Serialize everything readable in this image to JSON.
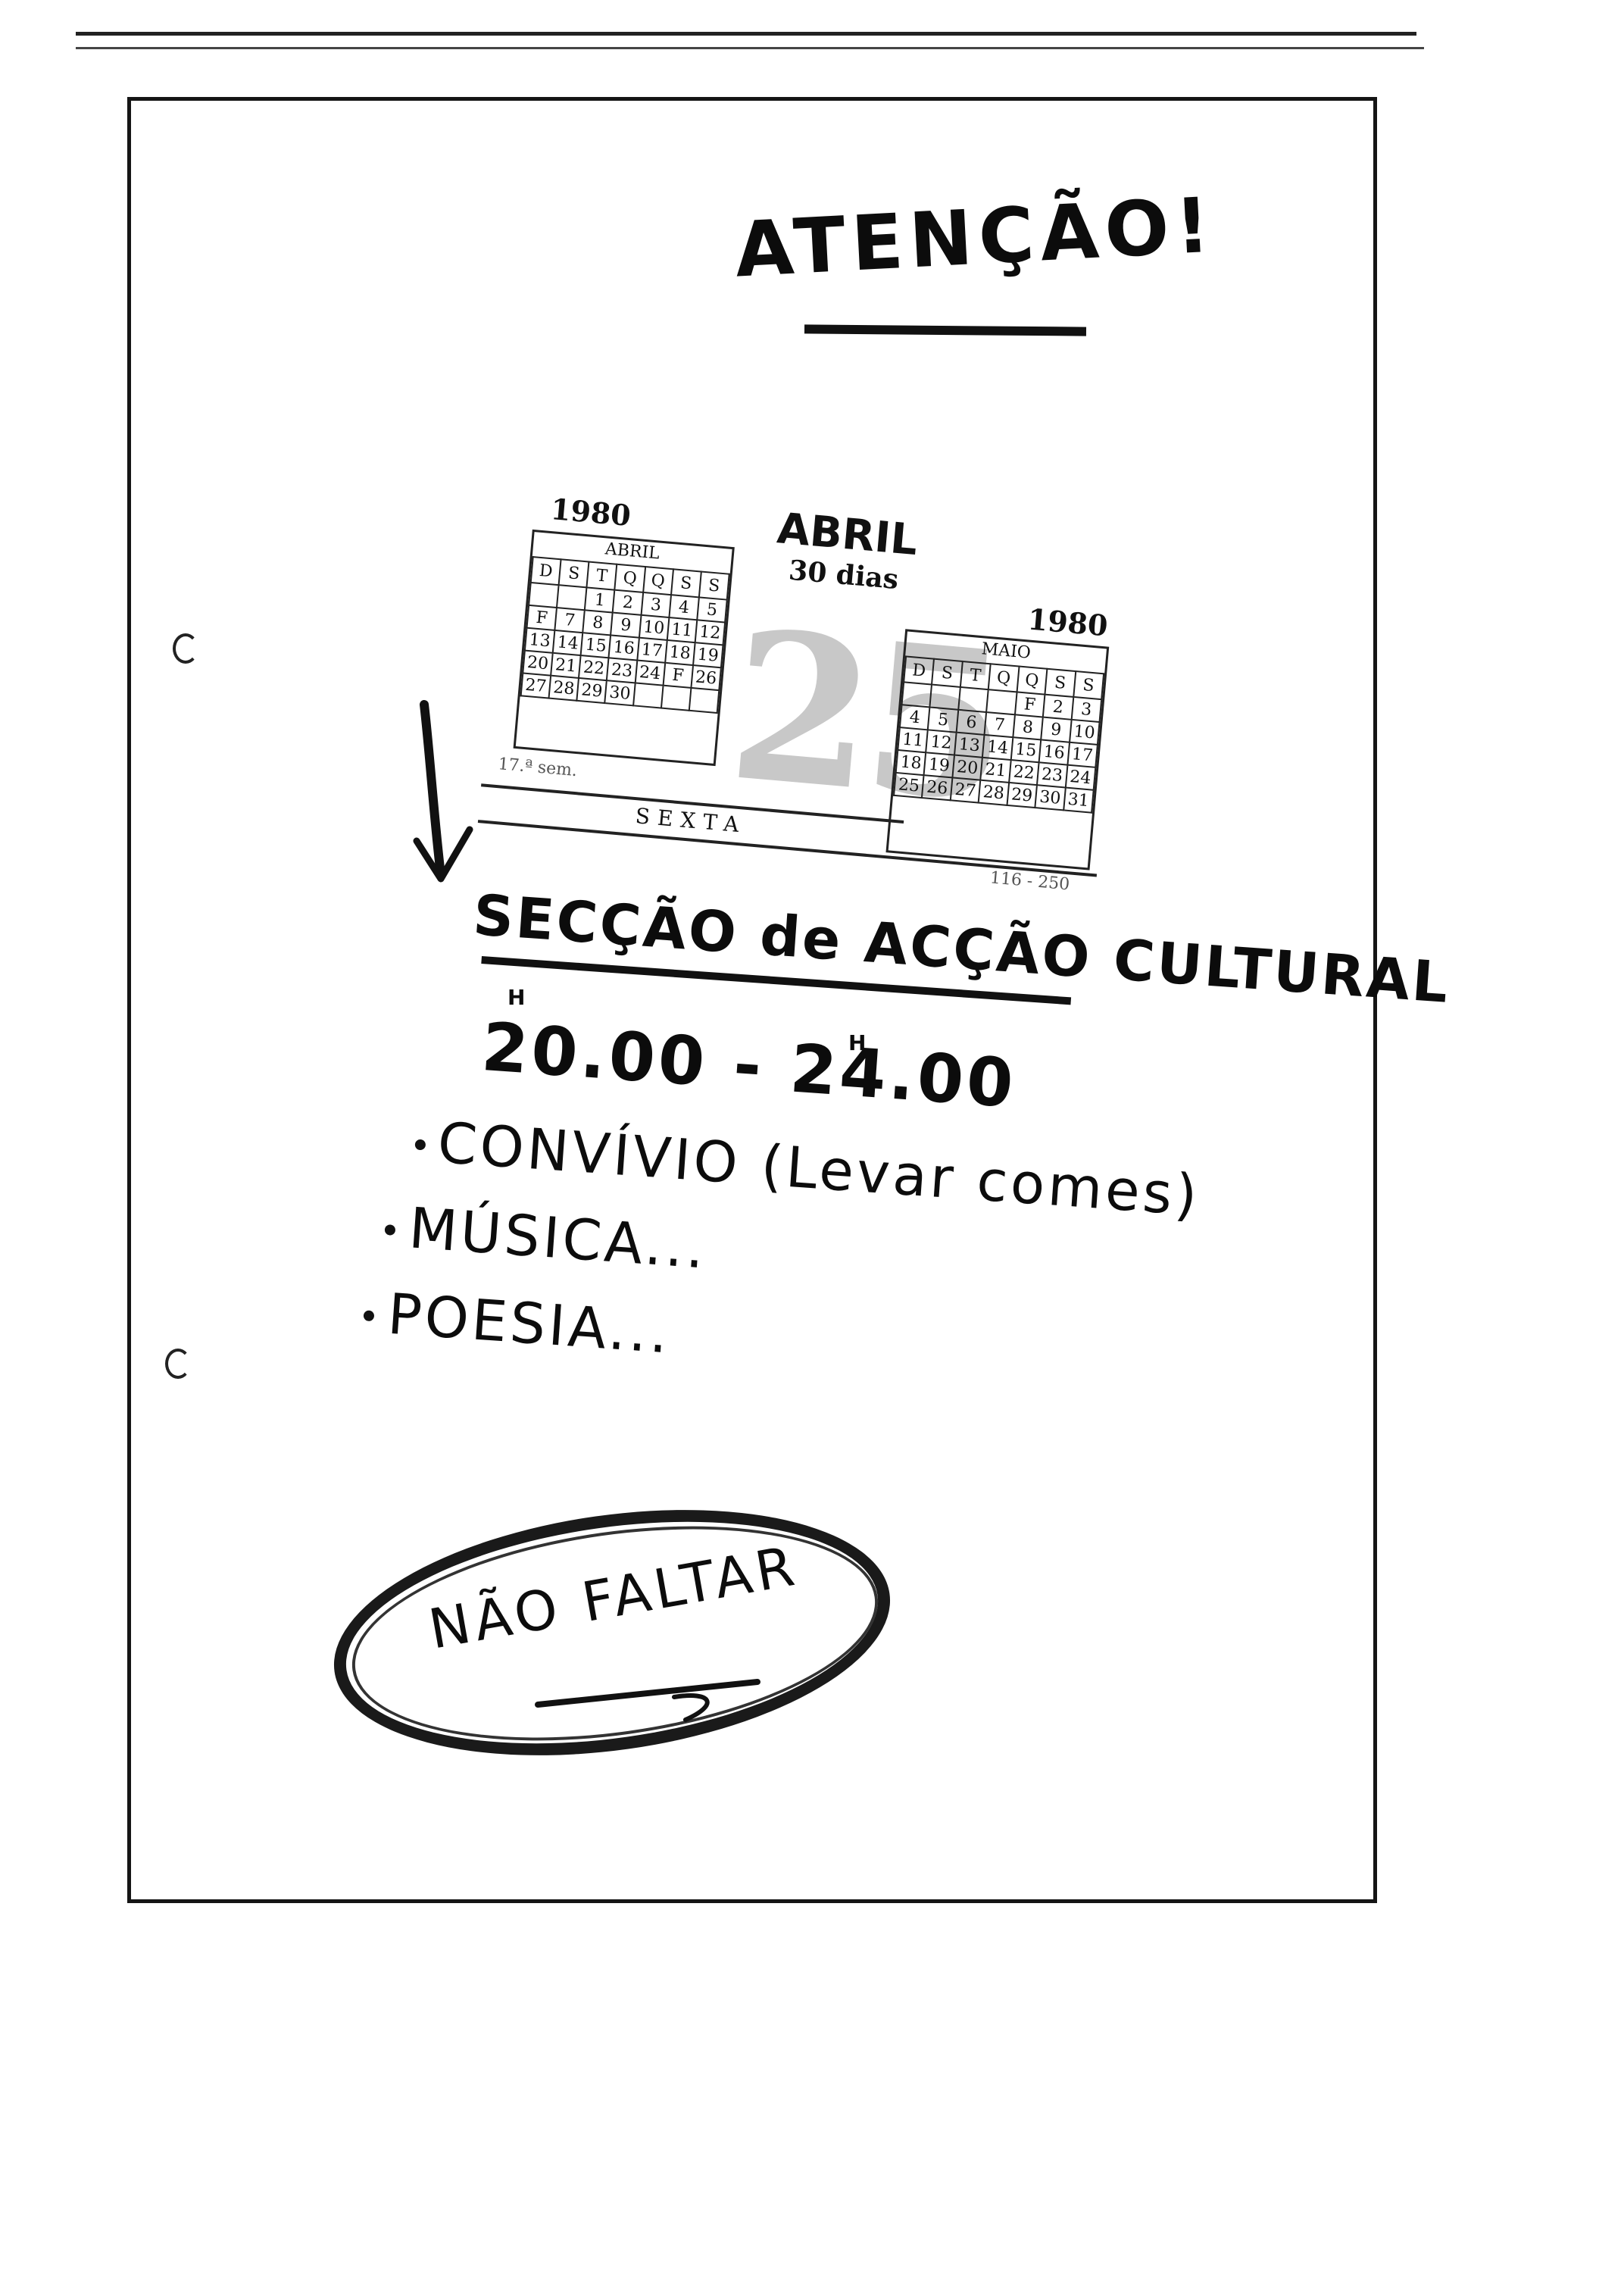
{
  "heading": {
    "text": "ATENÇÃO!"
  },
  "calendar": {
    "year": "1980",
    "month": "ABRIL",
    "days_in_month": "30 dias",
    "big_day": "25",
    "weekday": "SEXTA",
    "week_label": "17.ª sem.",
    "day_of_year": "116 - 250",
    "left_mini": {
      "year": "1980",
      "month": "ABRIL",
      "weekday_headers": [
        "D",
        "S",
        "T",
        "Q",
        "Q",
        "S",
        "S"
      ],
      "rows": [
        [
          "",
          "",
          "1",
          "2",
          "3",
          "4",
          "5"
        ],
        [
          "F",
          "7",
          "8",
          "9",
          "10",
          "11",
          "12"
        ],
        [
          "13",
          "14",
          "15",
          "16",
          "17",
          "18",
          "19"
        ],
        [
          "20",
          "21",
          "22",
          "23",
          "24",
          "F",
          "26"
        ],
        [
          "27",
          "28",
          "29",
          "30",
          "",
          "",
          ""
        ]
      ]
    },
    "right_mini": {
      "year": "1980",
      "month": "MAIO",
      "weekday_headers": [
        "D",
        "S",
        "T",
        "Q",
        "Q",
        "S",
        "S"
      ],
      "rows": [
        [
          "",
          "",
          "",
          "",
          "F",
          "2",
          "3"
        ],
        [
          "4",
          "5",
          "6",
          "7",
          "8",
          "9",
          "10"
        ],
        [
          "11",
          "12",
          "13",
          "14",
          "15",
          "16",
          "17"
        ],
        [
          "18",
          "19",
          "20",
          "21",
          "22",
          "23",
          "24"
        ],
        [
          "25",
          "26",
          "27",
          "28",
          "29",
          "30",
          "31"
        ]
      ]
    }
  },
  "event": {
    "title": "SECÇÃO de ACÇÃO CULTURAL",
    "time": "20.00 - 24.00",
    "hour_mark": "H",
    "items": [
      "CONVÍVIO (Levar comes)",
      "MÚSICA...",
      "POESIA..."
    ]
  },
  "footer": {
    "text": "NÃO FALTAR"
  },
  "colors": {
    "ink": "#111111",
    "paper": "#ffffff"
  }
}
